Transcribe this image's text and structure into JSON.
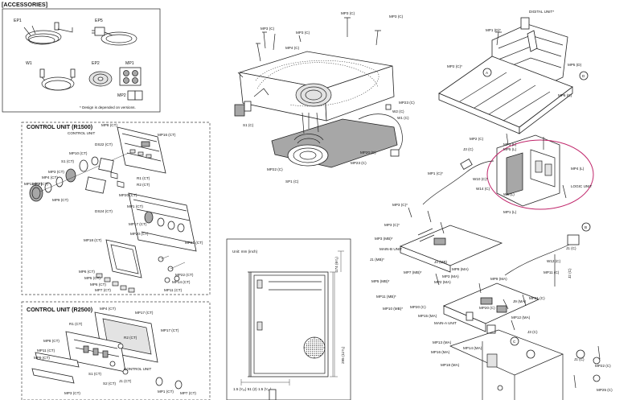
{
  "accessories": {
    "title": "[ACCESSORIES]",
    "labels": [
      "EP1",
      "EP5",
      "W1",
      "EP2",
      "MP1",
      "MP2"
    ],
    "note": "* Design is depended on versions."
  },
  "control_r1500": {
    "title": "CONTROL UNIT (R1500)",
    "labels": [
      "MP8 (CT)",
      "CONTROL UNIT",
      "MP16 (CT)",
      "MP10 (CT)",
      "DS22 (CT)",
      "S1 (CT)",
      "MP3 (CT)",
      "MP4 (CT)",
      "MP2 (CT)",
      "MP12 (CT)",
      "MP9 (CT)",
      "R1 (CT)",
      "R2 (CT)",
      "MP20 (CT)",
      "DS24 (CT)",
      "MP1 (CT)",
      "MP17 (CT)",
      "MP20 (CT)",
      "MP18 (CT)",
      "MP21 (CT)",
      "MP6 (CT)",
      "MP5 (CT)",
      "MP6 (CT)",
      "MP7 (CT)",
      "MP22 (CT)",
      "MP14 (CT)",
      "MP11 (CT)"
    ]
  },
  "control_r2500": {
    "title": "CONTROL UNIT (R2500)",
    "labels": [
      "MP4 (CT)",
      "MP17 (CT)",
      "MP17 (CT)",
      "R1 (CT)",
      "MP8 (CT)",
      "MP11 (CT)",
      "MP9 (CT)",
      "R2 (CT)",
      "CONTROL UNIT",
      "J1 (CT)",
      "S1 (CT)",
      "S2 (CT)",
      "MP3 (CT)",
      "MP1 (CT)",
      "MP7 (CT)"
    ]
  },
  "top_assembly": {
    "labels": [
      "MP3 (C)",
      "MP3 (C)",
      "MP3 (C)",
      "MP3 (C)",
      "MP4 (C)",
      "MP23 (C)",
      "W2 (C)",
      "W1 (C)",
      "S1 (C)",
      "MP20 (C)",
      "MP22 (C)",
      "MP23 (C)",
      "SP1 (C)"
    ]
  },
  "dimensions": {
    "unit": "Unit: mm (inch)",
    "side_a": "174 (6⁷⁄₈)",
    "side_b": "295 (11⁵⁄₈)",
    "bottom": "1.5 (¹⁄₁₆)   51 (2)   1.5 (¹⁄₁₆)"
  },
  "right_assembly": {
    "labels": [
      "DIGITAL UNIT*",
      "MP1 (D)*",
      "MP2 (C)*",
      "MP5 (D)",
      "MP6 (C)",
      "MP3 (L)",
      "MP5 (L)",
      "MP4 (L)",
      "LOGIC UNIT",
      "MP2 (C)",
      "J3 (C)",
      "MP1 (C)*",
      "W10 (C)*",
      "W14 (C)",
      "W6 (L)",
      "MP1 (L)",
      "MP3 (C)*",
      "MP3 (C)*",
      "MP3 (MB)*",
      "MAIN-B UNIT",
      "J1 (MB)*",
      "J4 (MB)",
      "MP7 (MB)*",
      "MP8 (MA)",
      "MP3 (MA)",
      "MP9 (MA)",
      "MP5 (MB)*",
      "MP2 (MA)",
      "MP11 (MB)*",
      "MP10 (MB)*",
      "MP20 (C)",
      "MP15 (MA)",
      "MAIN-A UNIT",
      "J9 (MA)",
      "MP20 (C)",
      "MP12 (MA)",
      "MP13 (MA)",
      "MP16 (MA)",
      "MP14 (MA)",
      "MP18 (MA)",
      "W12 (C)",
      "MP21 (C)",
      "J1 (C)",
      "J2 (C)",
      "MP11 (C)",
      "MP22 (C)",
      "J1 (C)",
      "MP25 (C)",
      "J3 (C)"
    ]
  },
  "callouts": [
    "A",
    "B",
    "C",
    "D"
  ]
}
